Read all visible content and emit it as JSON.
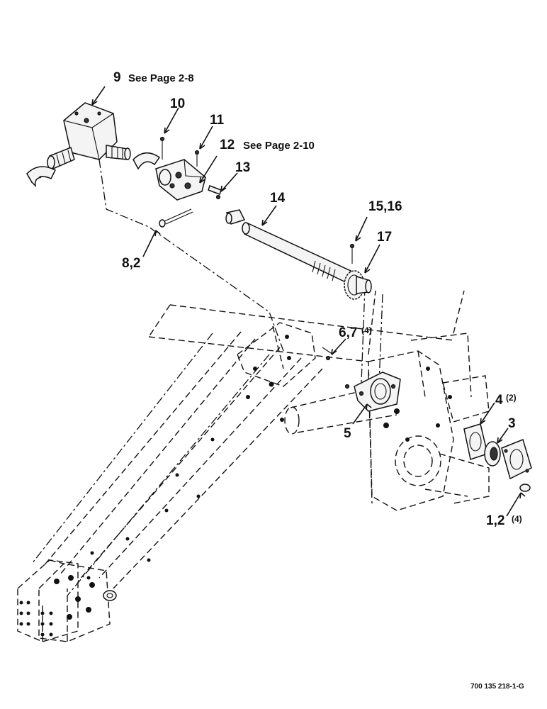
{
  "callouts": {
    "c9": "9",
    "c9_note": "See Page 2-8",
    "c10": "10",
    "c11": "11",
    "c12": "12",
    "c12_note": "See Page 2-10",
    "c13": "13",
    "c14": "14",
    "c15_16": "15,16",
    "c17": "17",
    "c8_2": "8,2",
    "c6_7": "6,7",
    "c6_7_qty": "(4)",
    "c5": "5",
    "c4": "4",
    "c4_qty": "(2)",
    "c3": "3",
    "c1_2": "1,2",
    "c1_2_qty": "(4)"
  },
  "figure_code": "700 135 218-1-G"
}
